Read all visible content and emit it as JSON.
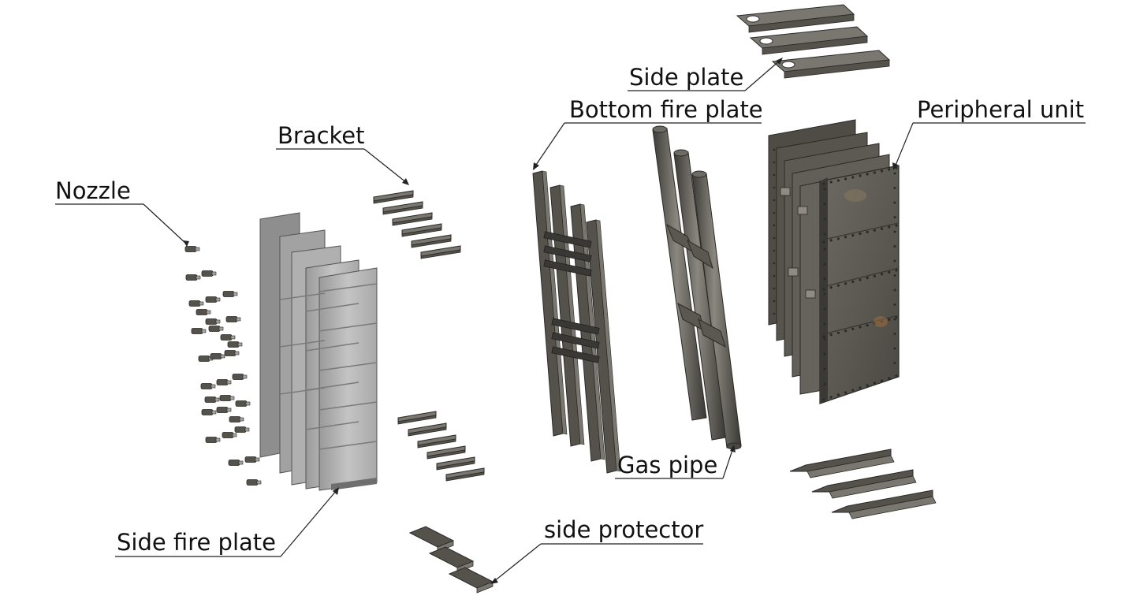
{
  "diagram": {
    "labels": {
      "nozzle": "Nozzle",
      "bracket": "Bracket",
      "side_plate": "Side plate",
      "bottom_fire_plate": "Bottom fire plate",
      "peripheral_unit": "Peripheral unit",
      "gas_pipe": "Gas pipe",
      "side_fire_plate": "Side fire plate",
      "side_protector": "side protector"
    },
    "colors": {
      "part_dark": "#55524c",
      "part_mid": "#7a7770",
      "part_light": "#a6a6a6",
      "part_edge": "#2b2a28",
      "fire_plate": "#b9b9b9",
      "label_text": "#111111"
    }
  }
}
